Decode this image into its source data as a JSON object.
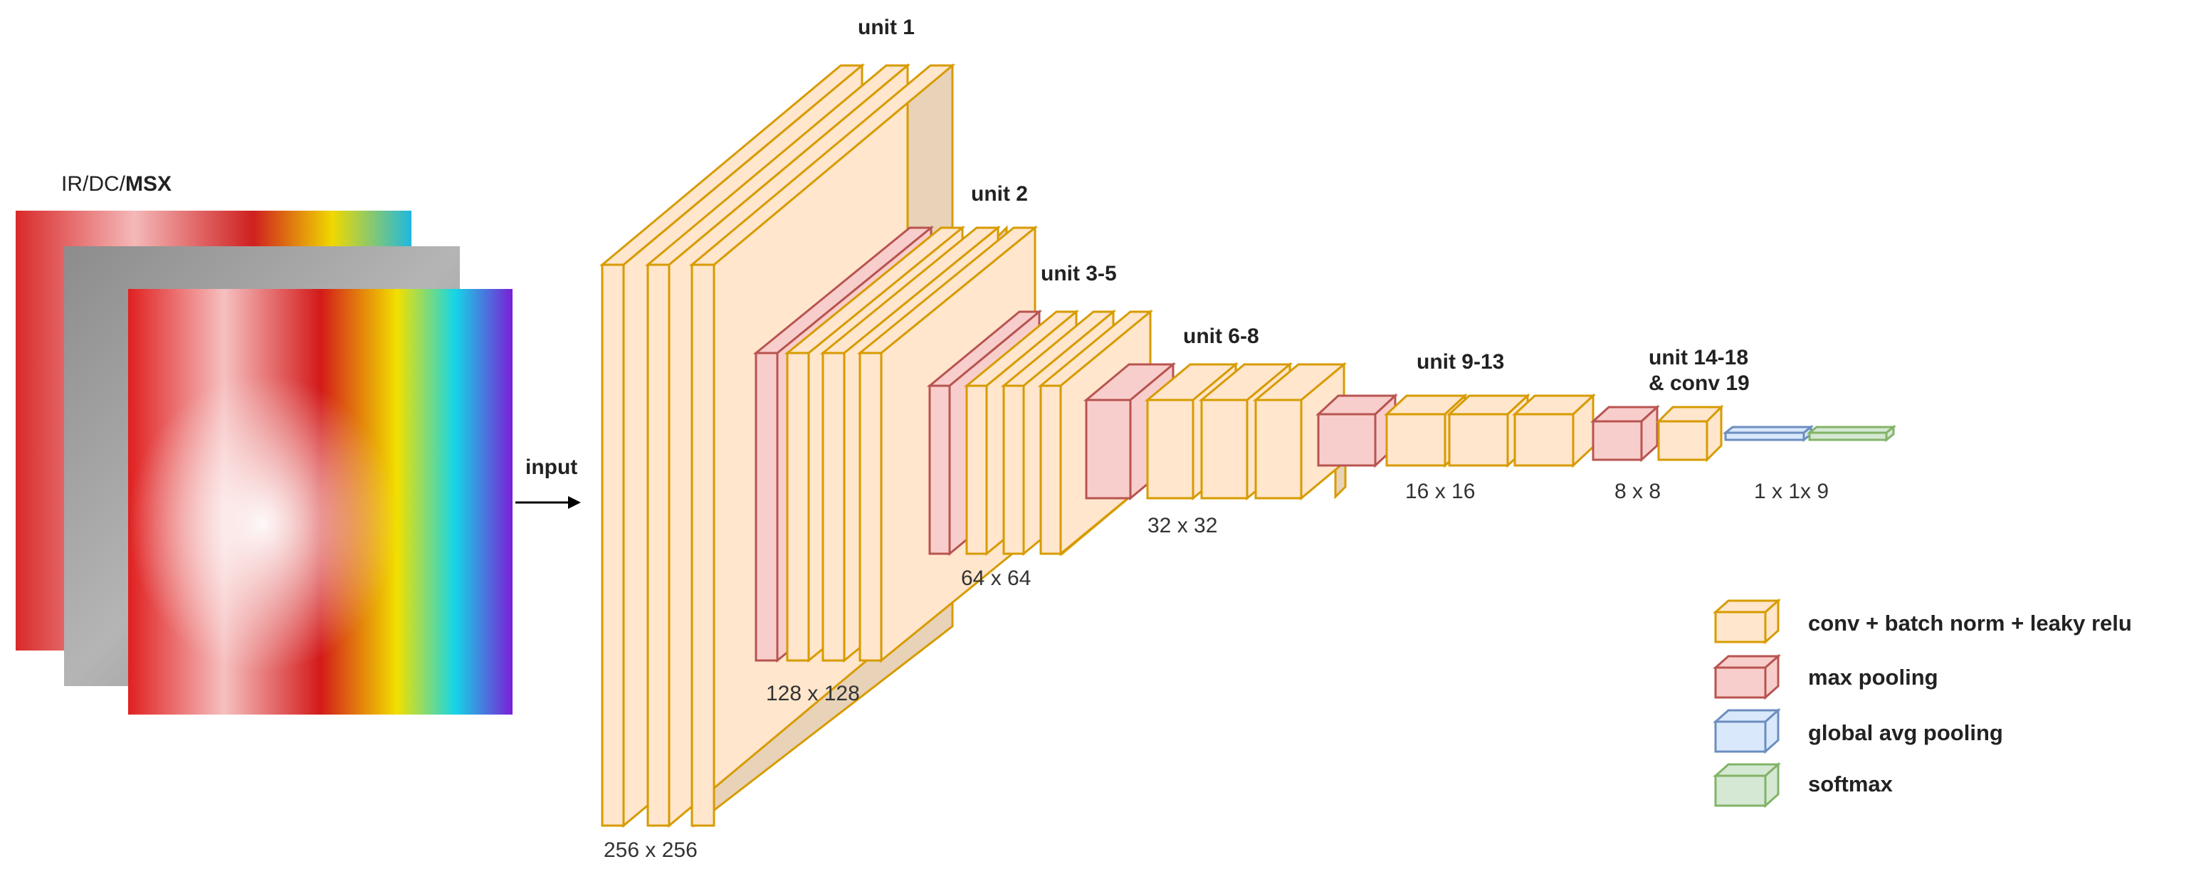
{
  "input_images": {
    "title_regular": "IR/DC/",
    "title_bold": "MSX",
    "input_label": "input"
  },
  "units": {
    "unit_1": "unit 1",
    "unit_2": "unit 2",
    "unit_3_5": "unit 3-5",
    "unit_6_8": "unit 6-8",
    "unit_9_13": "unit 9-13",
    "unit_14_18_line1": "unit 14-18",
    "unit_14_18_line2": "& conv 19"
  },
  "sizes": {
    "s256": "256 x 256",
    "s128": "128 x 128",
    "s64": "64 x 64",
    "s32": "32 x 32",
    "s16": "16 x 16",
    "s8": "8 x 8",
    "s1": "1 x 1x 9"
  },
  "legend": {
    "conv": "conv + batch norm + leaky relu",
    "maxpool": "max pooling",
    "gap": "global avg pooling",
    "softmax": "softmax"
  },
  "colors": {
    "conv_fill": "#FFE6CC",
    "conv_stroke": "#D79B00",
    "pool_fill": "#F8CECC",
    "pool_stroke": "#B85450",
    "gap_fill": "#DAE8FC",
    "gap_stroke": "#6C8EBF",
    "softmax_fill": "#D5E8D4",
    "softmax_stroke": "#82B366",
    "volume_fill": "#E8D2B8"
  }
}
